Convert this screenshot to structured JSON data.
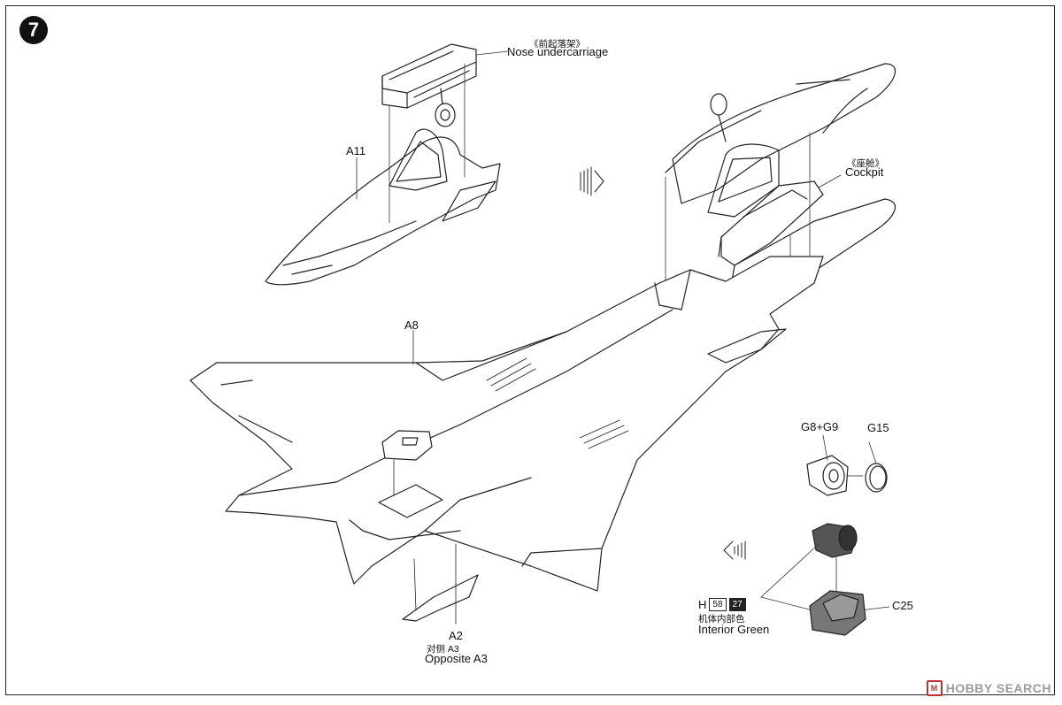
{
  "step_number": "7",
  "callouts": {
    "nose_undercarriage_cn": "《前起落架》",
    "nose_undercarriage_en": "Nose undercarriage",
    "a11": "A11",
    "cockpit_cn": "《座舱》",
    "cockpit_en": "Cockpit",
    "a8": "A8",
    "g8_g9": "G8+G9",
    "g15": "G15",
    "c25": "C25",
    "a2": "A2",
    "opposite_a3_cn": "对侧 A3",
    "opposite_a3_en": "Opposite A3"
  },
  "paint": {
    "prefix": "H",
    "code_light": "58",
    "code_dark": "27",
    "name_cn": "机体内部色",
    "name_en": "Interior Green"
  },
  "watermark": {
    "badge": "M",
    "text": "HOBBY SEARCH"
  },
  "icons": [
    "step-badge",
    "direction-arrow-icon",
    "direction-arrow-icon"
  ]
}
